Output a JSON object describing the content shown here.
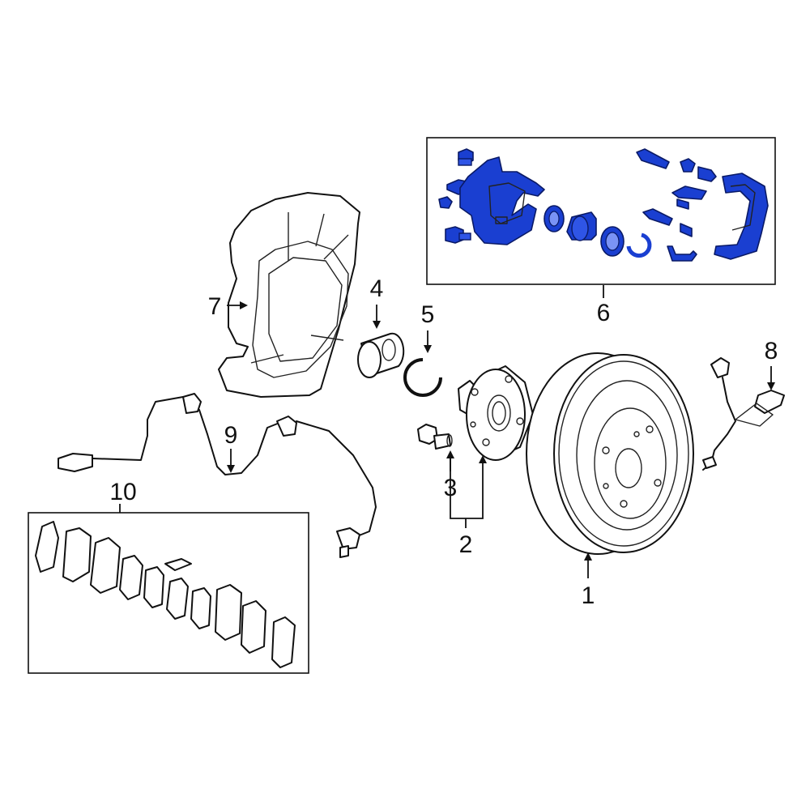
{
  "diagram": {
    "callouts": [
      "1",
      "2",
      "3",
      "4",
      "5",
      "6",
      "7",
      "8",
      "9",
      "10"
    ],
    "highlight_color": "#1a3fd1",
    "parts": [
      "brake-rotor",
      "hub-assembly",
      "hub-bolt",
      "wheel-bearing",
      "snap-ring",
      "caliper-assembly",
      "splash-shield",
      "abs-sensor-right",
      "abs-sensor-left",
      "brake-pad-set"
    ]
  }
}
